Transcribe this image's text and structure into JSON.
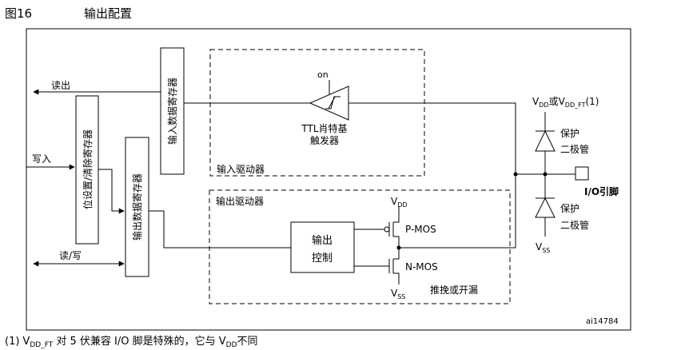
{
  "figure": {
    "number": "图16",
    "title": "输出配置",
    "id": "ai14784"
  },
  "blocks": {
    "input_data_register": "输入数据寄存器",
    "bit_set_reset_register": "位设置/清除寄存器",
    "output_data_register": "输出数据寄存器",
    "input_driver": "输入驱动器",
    "output_driver": "输出驱动器",
    "output_control_line1": "输出",
    "output_control_line2": "控制",
    "schmitt_line1": "TTL肖特基",
    "schmitt_line2": "触发器",
    "schmitt_on": "on",
    "push_pull_open_drain": "推挽或开漏"
  },
  "signals": {
    "read": "读出",
    "write": "写入",
    "read_write": "读/写"
  },
  "pins": {
    "io_pin": "I/O引脚",
    "protection_diode_line1": "保护",
    "protection_diode_line2": "二极管",
    "vdd_main": "V",
    "vdd_sub": "DD",
    "vss_main": "V",
    "vss_sub": "SS",
    "vdd_ft_or": "或",
    "vdd_ft_sub": "DD_FT",
    "vdd_ft_note_ref": "(1)",
    "pmos": "P-MOS",
    "nmos": "N-MOS"
  },
  "footnote": {
    "marker": "(1)",
    "v_main": "V",
    "v_sub": "DD_FT",
    "text_a": " 对 5 伏兼容 I/O 脚是特殊的，它与 ",
    "vdd_main": "V",
    "vdd_sub": "DD",
    "text_b": "不同"
  }
}
